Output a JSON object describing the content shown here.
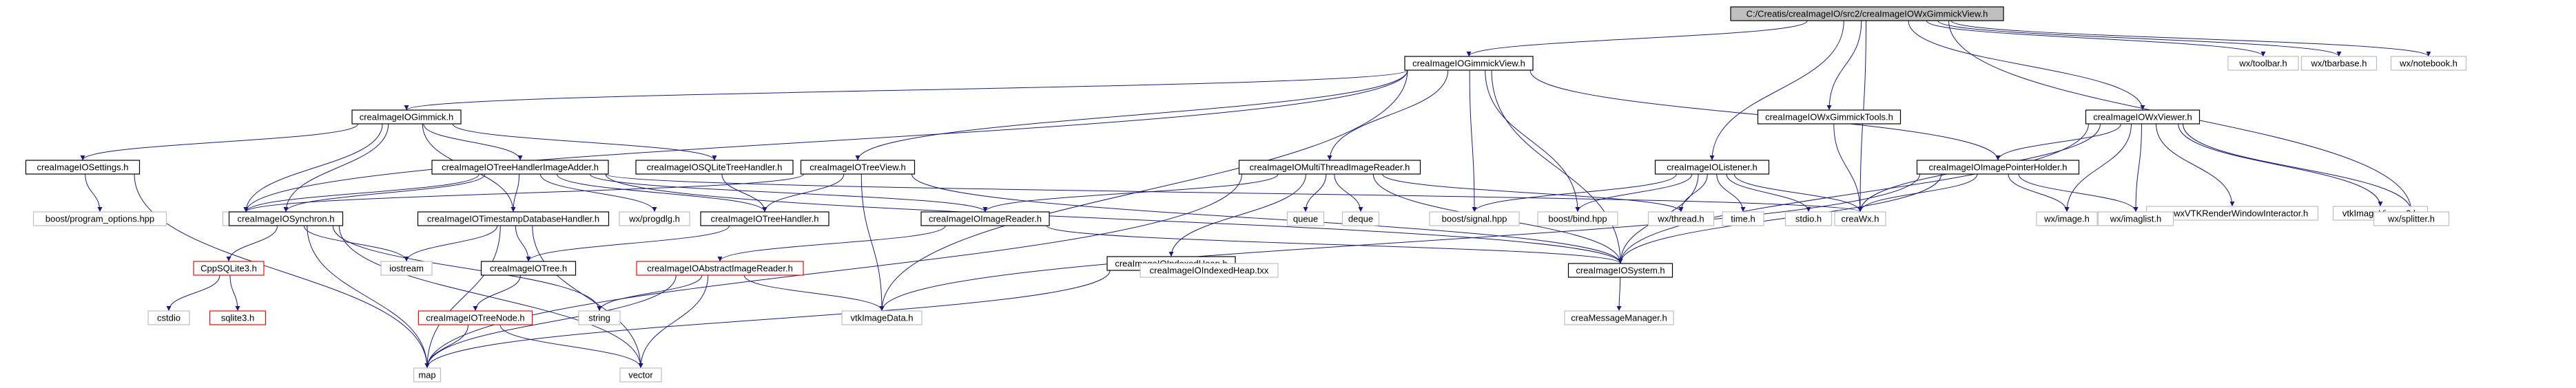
{
  "colors": {
    "edge": "#1a1a7a",
    "box_stroke": "#000000",
    "root_fill": "#bfbfbf",
    "external_stroke": "#bfbfbf",
    "missing_stroke": "#ff0000",
    "text": "#000000"
  },
  "nodes": [
    {
      "id": "root",
      "label": "C:/Creatis/creaImageIO/src2/creaImageIOWxGimmickView.h",
      "style": "root"
    },
    {
      "id": "gview",
      "label": "creaImageIOGimmickView.h",
      "style": "box"
    },
    {
      "id": "wxtoolbar",
      "label": "wx/toolbar.h",
      "style": "external"
    },
    {
      "id": "wxtbarbase",
      "label": "wx/tbarbase.h",
      "style": "external"
    },
    {
      "id": "wxnotebook",
      "label": "wx/notebook.h",
      "style": "external"
    },
    {
      "id": "gimmick",
      "label": "creaImageIOGimmick.h",
      "style": "box"
    },
    {
      "id": "wxgimmicktools",
      "label": "creaImageIOWxGimmickTools.h",
      "style": "box"
    },
    {
      "id": "wxviewer",
      "label": "creaImageIOWxViewer.h",
      "style": "box"
    },
    {
      "id": "settings",
      "label": "creaImageIOSettings.h",
      "style": "box"
    },
    {
      "id": "treehandleradder",
      "label": "creaImageIOTreeHandlerImageAdder.h",
      "style": "box"
    },
    {
      "id": "sqlitetreehandler",
      "label": "creaImageIOSQLiteTreeHandler.h",
      "style": "box"
    },
    {
      "id": "treeview",
      "label": "creaImageIOTreeView.h",
      "style": "box"
    },
    {
      "id": "multithreadreader",
      "label": "creaImageIOMultiThreadImageReader.h",
      "style": "box"
    },
    {
      "id": "listener",
      "label": "creaImageIOListener.h",
      "style": "box"
    },
    {
      "id": "pointerholder",
      "label": "creaImageIOImagePointerHolder.h",
      "style": "box"
    },
    {
      "id": "renderinteractor",
      "label": "creawxVTKRenderWindowInteractor.h",
      "style": "external"
    },
    {
      "id": "vtkviewer2",
      "label": "vtkImageViewer2.h",
      "style": "external"
    },
    {
      "id": "boostprogopt",
      "label": "boost/program_options.hpp",
      "style": "external"
    },
    {
      "id": "wxwx",
      "label": "wx/wx.h",
      "style": "external"
    },
    {
      "id": "synchron",
      "label": "creaImageIOSynchron.h",
      "style": "box"
    },
    {
      "id": "timestampdb",
      "label": "creaImageIOTimestampDatabaseHandler.h",
      "style": "box"
    },
    {
      "id": "wxprogdlg",
      "label": "wx/progdlg.h",
      "style": "external"
    },
    {
      "id": "treehandler",
      "label": "creaImageIOTreeHandler.h",
      "style": "box"
    },
    {
      "id": "imagereader",
      "label": "creaImageIOImageReader.h",
      "style": "box"
    },
    {
      "id": "queue",
      "label": "queue",
      "style": "external"
    },
    {
      "id": "deque",
      "label": "deque",
      "style": "external"
    },
    {
      "id": "boostsignal",
      "label": "boost/signal.hpp",
      "style": "external"
    },
    {
      "id": "boostbind",
      "label": "boost/bind.hpp",
      "style": "external"
    },
    {
      "id": "wxthread",
      "label": "wx/thread.h",
      "style": "external"
    },
    {
      "id": "timeh",
      "label": "time.h",
      "style": "external"
    },
    {
      "id": "stdioh",
      "label": "stdio.h",
      "style": "external"
    },
    {
      "id": "creawx",
      "label": "creaWx.h",
      "style": "external"
    },
    {
      "id": "wximage",
      "label": "wx/image.h",
      "style": "external"
    },
    {
      "id": "wximaglist",
      "label": "wx/imaglist.h",
      "style": "external"
    },
    {
      "id": "wxsplitter",
      "label": "wx/splitter.h",
      "style": "external"
    },
    {
      "id": "indexedheap",
      "label": "creaImageIOIndexedHeap.h",
      "style": "box"
    },
    {
      "id": "cppsqlite",
      "label": "CppSQLite3.h",
      "style": "missing"
    },
    {
      "id": "iostream",
      "label": "iostream",
      "style": "external"
    },
    {
      "id": "tree",
      "label": "creaImageIOTree.h",
      "style": "box"
    },
    {
      "id": "indexedheaptxx",
      "label": "creaImageIOIndexedHeap.txx",
      "style": "external"
    },
    {
      "id": "systemh",
      "label": "creaImageIOSystem.h",
      "style": "box"
    },
    {
      "id": "abstractreader",
      "label": "creaImageIOAbstractImageReader.h",
      "style": "missing"
    },
    {
      "id": "cstdio",
      "label": "cstdio",
      "style": "external"
    },
    {
      "id": "sqlite3",
      "label": "sqlite3.h",
      "style": "missing"
    },
    {
      "id": "string",
      "label": "string",
      "style": "external"
    },
    {
      "id": "treenode",
      "label": "creaImageIOTreeNode.h",
      "style": "missing"
    },
    {
      "id": "vtkimagedata",
      "label": "vtkImageData.h",
      "style": "external"
    },
    {
      "id": "messagemanager",
      "label": "creaMessageManager.h",
      "style": "external"
    },
    {
      "id": "map",
      "label": "map",
      "style": "external"
    },
    {
      "id": "vector",
      "label": "vector",
      "style": "external"
    }
  ],
  "edges": [
    [
      "root",
      "gview"
    ],
    [
      "root",
      "wxtoolbar"
    ],
    [
      "root",
      "wxtbarbase"
    ],
    [
      "root",
      "wxnotebook"
    ],
    [
      "root",
      "wxgimmicktools"
    ],
    [
      "root",
      "wxviewer"
    ],
    [
      "root",
      "listener"
    ],
    [
      "root",
      "creawx"
    ],
    [
      "root",
      "wxsplitter"
    ],
    [
      "gview",
      "gimmick"
    ],
    [
      "gview",
      "treeview"
    ],
    [
      "gview",
      "multithreadreader"
    ],
    [
      "gview",
      "pointerholder"
    ],
    [
      "gview",
      "boostsignal"
    ],
    [
      "gview",
      "boostbind"
    ],
    [
      "gview",
      "systemh"
    ],
    [
      "gview",
      "vtkimagedata"
    ],
    [
      "gview",
      "wxwx"
    ],
    [
      "gimmick",
      "settings"
    ],
    [
      "gimmick",
      "treehandleradder"
    ],
    [
      "gimmick",
      "sqlitetreehandler"
    ],
    [
      "gimmick",
      "synchron"
    ],
    [
      "gimmick",
      "timestampdb"
    ],
    [
      "gimmick",
      "wxwx"
    ],
    [
      "settings",
      "boostprogopt"
    ],
    [
      "settings",
      "map"
    ],
    [
      "treehandleradder",
      "wxwx"
    ],
    [
      "treehandleradder",
      "synchron"
    ],
    [
      "treehandleradder",
      "timestampdb"
    ],
    [
      "treehandleradder",
      "wxprogdlg"
    ],
    [
      "treehandleradder",
      "treehandler"
    ],
    [
      "treehandleradder",
      "imagereader"
    ],
    [
      "treehandleradder",
      "systemh"
    ],
    [
      "treehandleradder",
      "creawx"
    ],
    [
      "sqlitetreehandler",
      "treehandler"
    ],
    [
      "treeview",
      "wxwx"
    ],
    [
      "treeview",
      "treehandler"
    ],
    [
      "treeview",
      "vtkimagedata"
    ],
    [
      "treeview",
      "systemh"
    ],
    [
      "multithreadreader",
      "imagereader"
    ],
    [
      "multithreadreader",
      "indexedheap"
    ],
    [
      "multithreadreader",
      "queue"
    ],
    [
      "multithreadreader",
      "deque"
    ],
    [
      "multithreadreader",
      "wxthread"
    ],
    [
      "multithreadreader",
      "systemh"
    ],
    [
      "multithreadreader",
      "map"
    ],
    [
      "listener",
      "boostsignal"
    ],
    [
      "listener",
      "boostbind"
    ],
    [
      "listener",
      "wxthread"
    ],
    [
      "listener",
      "timeh"
    ],
    [
      "listener",
      "stdioh"
    ],
    [
      "listener",
      "creawx"
    ],
    [
      "listener",
      "systemh"
    ],
    [
      "wxgimmicktools",
      "creawx"
    ],
    [
      "wxviewer",
      "pointerholder"
    ],
    [
      "wxviewer",
      "renderinteractor"
    ],
    [
      "wxviewer",
      "vtkviewer2"
    ],
    [
      "wxviewer",
      "creawx"
    ],
    [
      "wxviewer",
      "wximage"
    ],
    [
      "wxviewer",
      "wximaglist"
    ],
    [
      "wxviewer",
      "wxsplitter"
    ],
    [
      "wxviewer",
      "systemh"
    ],
    [
      "pointerholder",
      "creawx"
    ],
    [
      "pointerholder",
      "wximage"
    ],
    [
      "pointerholder",
      "wximaglist"
    ],
    [
      "pointerholder",
      "systemh"
    ],
    [
      "pointerholder",
      "vtkimagedata"
    ],
    [
      "synchron",
      "cppsqlite"
    ],
    [
      "synchron",
      "iostream"
    ],
    [
      "synchron",
      "string"
    ],
    [
      "synchron",
      "map"
    ],
    [
      "synchron",
      "vector"
    ],
    [
      "timestampdb",
      "tree"
    ],
    [
      "timestampdb",
      "iostream"
    ],
    [
      "timestampdb",
      "map"
    ],
    [
      "timestampdb",
      "vector"
    ],
    [
      "treehandler",
      "tree"
    ],
    [
      "imagereader",
      "abstractreader"
    ],
    [
      "imagereader",
      "systemh"
    ],
    [
      "indexedheap",
      "indexedheaptxx"
    ],
    [
      "indexedheap",
      "map"
    ],
    [
      "cppsqlite",
      "cstdio"
    ],
    [
      "cppsqlite",
      "sqlite3"
    ],
    [
      "tree",
      "treenode"
    ],
    [
      "abstractreader",
      "vtkimagedata"
    ],
    [
      "abstractreader",
      "string"
    ],
    [
      "abstractreader",
      "map"
    ],
    [
      "abstractreader",
      "vector"
    ],
    [
      "treenode",
      "map"
    ],
    [
      "treenode",
      "vector"
    ],
    [
      "systemh",
      "messagemanager"
    ]
  ]
}
